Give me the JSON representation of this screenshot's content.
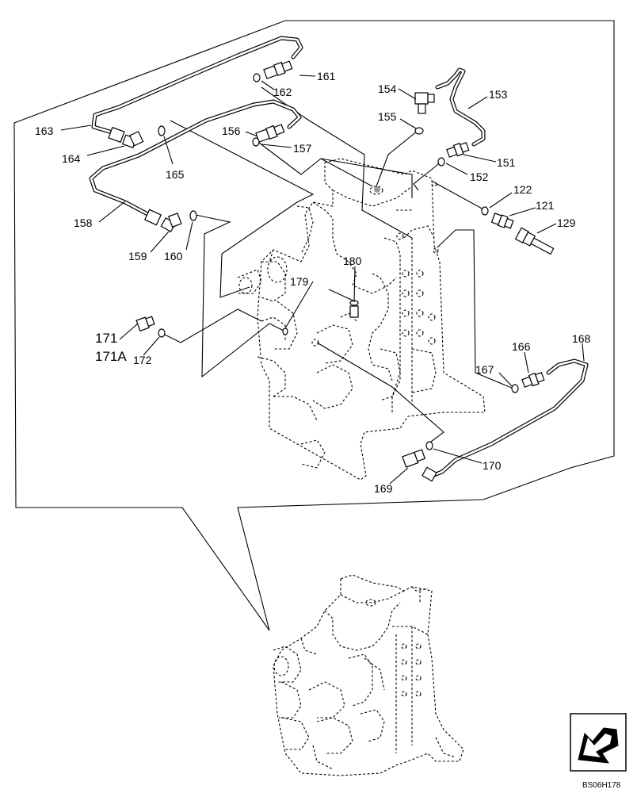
{
  "diagram": {
    "reference_code": "BS06H178",
    "labels": {
      "l161": "161",
      "l162": "162",
      "l163": "163",
      "l164": "164",
      "l165": "165",
      "l154": "154",
      "l153": "153",
      "l155": "155",
      "l156": "156",
      "l157": "157",
      "l151": "151",
      "l152": "152",
      "l122": "122",
      "l121": "121",
      "l129": "129",
      "l158": "158",
      "l159": "159",
      "l160": "160",
      "l180": "180",
      "l179": "179",
      "l171": "171",
      "l171a": "171A",
      "l172": "172",
      "l166": "166",
      "l168": "168",
      "l167": "167",
      "l170": "170",
      "l169": "169"
    }
  }
}
